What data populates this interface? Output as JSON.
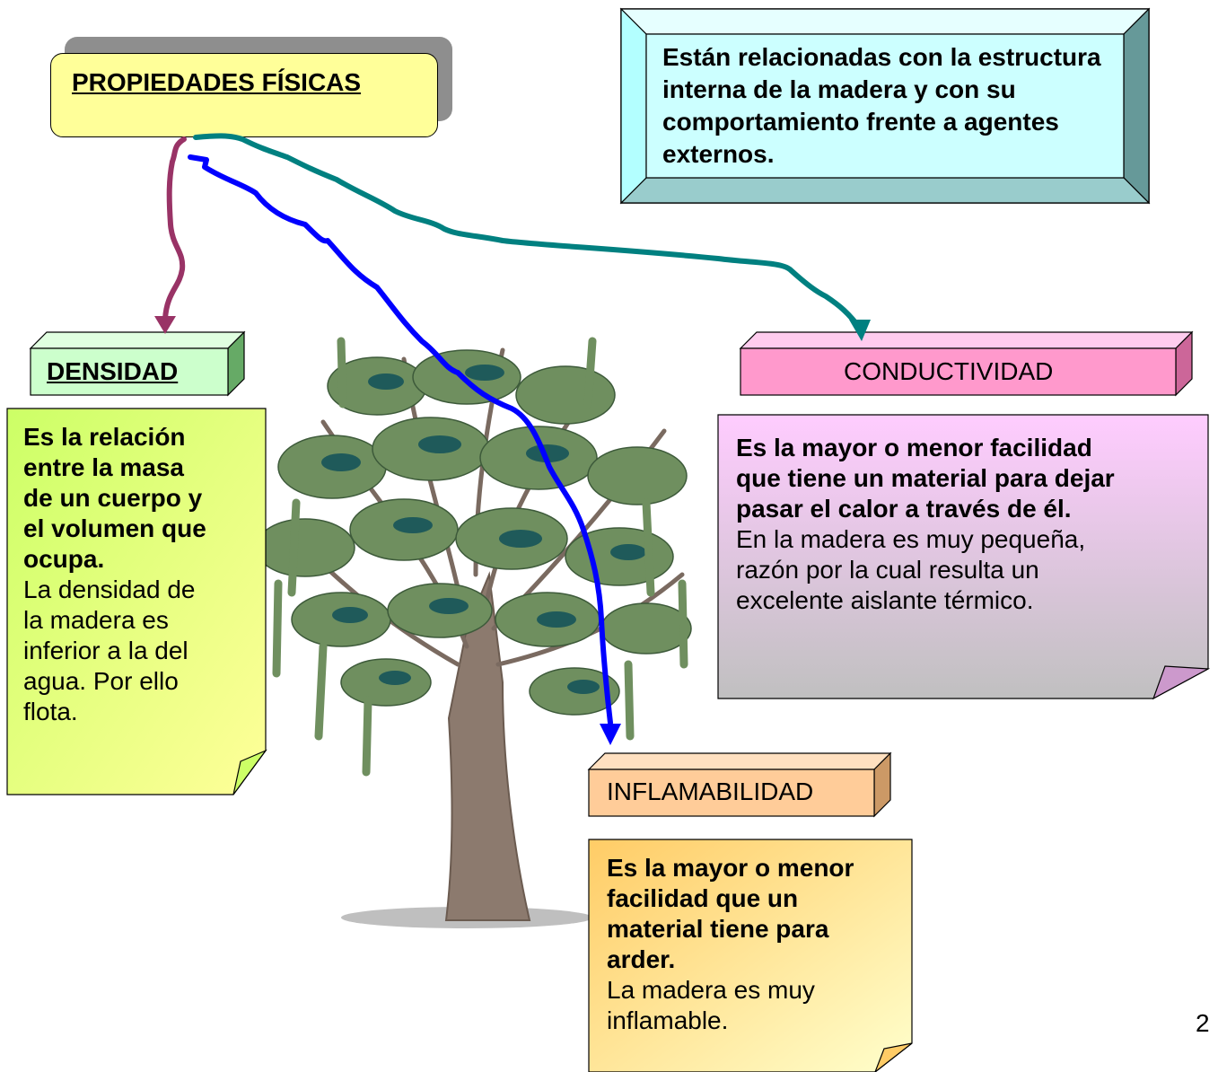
{
  "title": "PROPIEDADES FÍSICAS",
  "info": "Están relacionadas con la estructura interna de la madera y con su comportamiento frente a agentes externos.",
  "densidad": {
    "label": "DENSIDAD",
    "definition_lines": [
      "Es la relación",
      "entre la masa",
      "de un cuerpo y",
      "el volumen que",
      "ocupa."
    ],
    "detail_lines": [
      "La densidad de",
      "la madera es",
      "inferior a la del",
      "agua. Por ello",
      "flota."
    ]
  },
  "conductividad": {
    "label": "CONDUCTIVIDAD",
    "definition_lines": [
      "Es la mayor o menor facilidad",
      "que tiene un material para dejar",
      "pasar el calor a través de él."
    ],
    "detail_lines": [
      "En la madera es muy pequeña,",
      "razón por la cual resulta un",
      "excelente aislante térmico."
    ]
  },
  "inflamabilidad": {
    "label": "INFLAMABILIDAD",
    "definition_lines": [
      "Es la mayor o menor",
      "facilidad que un",
      "material tiene para",
      "arder."
    ],
    "detail_lines": [
      "La madera es muy",
      "inflamable."
    ]
  },
  "page_number": "2",
  "colors": {
    "title_fill": "#ffff99",
    "info_fill": "#ccffff",
    "densidad_label": "#ccffcc",
    "conductividad_label": "#ff99cc",
    "inflamabilidad_label": "#ffcc99",
    "arrow_densidad": "#993366",
    "arrow_inflamabilidad": "#0000ff",
    "arrow_conductividad": "#008080"
  }
}
